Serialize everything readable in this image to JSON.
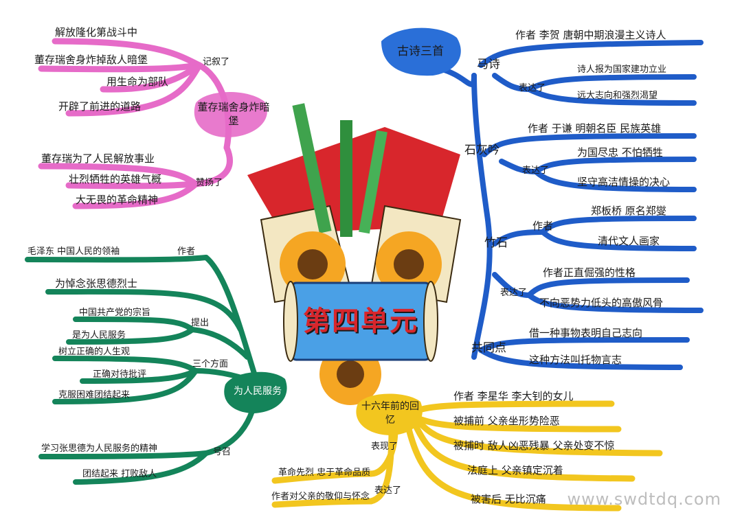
{
  "colors": {
    "pink": "#e66bc8",
    "blue": "#1f5cc8",
    "green": "#14845a",
    "yellow": "#f2c61f",
    "red": "#d8262c"
  },
  "center": {
    "title": "第四单元"
  },
  "pink": {
    "hub": "董存瑞舍身炸暗堡",
    "group1": {
      "label": "记叙了",
      "items": [
        "解放隆化第战斗中",
        "董存瑞舍身炸掉敌人暗堡",
        "用生命为部队",
        "开辟了前进的道路"
      ]
    },
    "group2": {
      "label": "赞扬了",
      "items": [
        "董存瑞为了人民解放事业",
        "壮烈牺牲的英雄气概",
        "大无畏的革命精神"
      ]
    }
  },
  "blue": {
    "hub": "古诗三首",
    "ma": {
      "label": "马诗",
      "author": "作者 李贺 唐朝中期浪漫主义诗人",
      "express_label": "表达了",
      "express": [
        "诗人报为国家建功立业",
        "远大志向和强烈渴望"
      ]
    },
    "shi": {
      "label": "石灰吟",
      "author": "作者 于谦 明朝名臣 民族英雄",
      "express_label": "表达了",
      "express": [
        "为国尽忠 不怕牺牲",
        "坚守高洁情操的决心"
      ]
    },
    "zhu": {
      "label": "竹石",
      "author_label": "作者",
      "author": [
        "郑板桥 原名郑燮",
        "清代文人画家"
      ],
      "express_label": "表达了",
      "express": [
        "作者正直倔强的性格",
        "不向恶势力低头的高傲风骨"
      ]
    },
    "common": {
      "label": "共同点",
      "items": [
        "借一种事物表明自己志向",
        "这种方法叫托物言志"
      ]
    }
  },
  "green": {
    "hub": "为人民服务",
    "author": {
      "label": "作者",
      "text": "毛泽东 中国人民的领袖"
    },
    "purpose": "为悼念张思德烈士",
    "propose": {
      "label": "提出",
      "items": [
        "中国共产党的宗旨",
        "是为人民服务"
      ]
    },
    "three": {
      "label": "三个方面",
      "items": [
        "树立正确的人生观",
        "正确对待批评",
        "克服困难团结起来"
      ]
    },
    "call": {
      "label": "号召",
      "items": [
        "学习张思德为人民服务的精神",
        "团结起来 打败敌人"
      ]
    }
  },
  "yellow": {
    "hub": "十六年前的回忆",
    "author": "作者 李星华 李大钊的女儿",
    "items": [
      "被捕前 父亲坐形势险恶",
      "被捕时 敌人凶恶残暴 父亲处变不惊",
      "法庭上 父亲镇定沉着",
      "被害后 无比沉痛"
    ],
    "show": {
      "label": "表现了",
      "text": "革命先烈 忠于革命品质"
    },
    "express": {
      "label": "表达了",
      "text": "作者对父亲的敬仰与怀念"
    }
  },
  "watermark": "www.swdtdq.com"
}
